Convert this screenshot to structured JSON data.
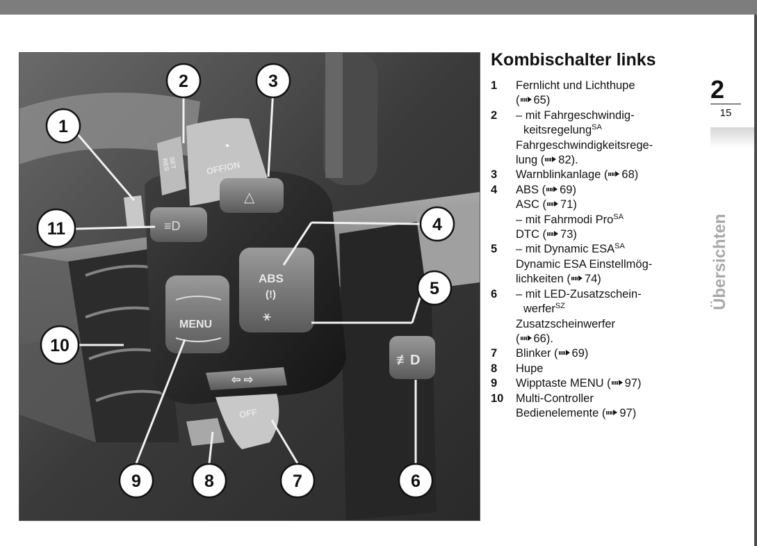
{
  "heading": "Kombischalter links",
  "chapter": {
    "number": "2",
    "page": "15",
    "title": "Übersichten"
  },
  "figure": {
    "callouts": [
      "1",
      "2",
      "3",
      "4",
      "5",
      "6",
      "7",
      "8",
      "9",
      "10",
      "11"
    ],
    "buttons": {
      "set": "SET",
      "res": "RES",
      "cruise": "OFF/ON",
      "abs": "ABS",
      "abs_icon": "(!)",
      "menu": "MENU",
      "indicator": "⇦ ⇨",
      "indicator_off": "OFF",
      "fog": "≢D"
    }
  },
  "legend": [
    {
      "num": "1",
      "lines": [
        {
          "text": "Fernlicht und Lichthupe"
        },
        {
          "ref": "65",
          "suffix": ")",
          "prefix": "("
        }
      ]
    },
    {
      "num": "2",
      "lines": [
        {
          "text": "– mit Fahrgeschwindig-"
        },
        {
          "text": "keitsregelung",
          "sup": "SA",
          "indent": true
        },
        {
          "text": "Fahrgeschwindigkeitsrege-"
        },
        {
          "text": "lung",
          "ref": "82",
          "suffix": ")."
        }
      ]
    },
    {
      "num": "3",
      "lines": [
        {
          "text": "Warnblinkanlage",
          "ref": "68",
          "suffix": ")"
        }
      ]
    },
    {
      "num": "4",
      "lines": [
        {
          "text": "ABS",
          "ref": "69",
          "suffix": ")"
        },
        {
          "text": "ASC",
          "ref": "71",
          "suffix": ")"
        },
        {
          "text": "– mit Fahrmodi Pro",
          "sup": "SA"
        },
        {
          "text": "DTC",
          "ref": "73",
          "suffix": ")"
        }
      ]
    },
    {
      "num": "5",
      "lines": [
        {
          "text": "– mit Dynamic ESA",
          "sup": "SA"
        },
        {
          "text": "Dynamic ESA Einstellmög-"
        },
        {
          "text": "lichkeiten",
          "ref": "74",
          "suffix": ")"
        }
      ]
    },
    {
      "num": "6",
      "lines": [
        {
          "text": "– mit LED-Zusatzschein-"
        },
        {
          "text": "werfer",
          "sup": "SZ",
          "indent": true
        },
        {
          "text": "Zusatzscheinwerfer"
        },
        {
          "ref": "66",
          "prefix": "(",
          "suffix": ")."
        }
      ]
    },
    {
      "num": "7",
      "lines": [
        {
          "text": "Blinker",
          "ref": "69",
          "suffix": ")"
        }
      ]
    },
    {
      "num": "8",
      "lines": [
        {
          "text": "Hupe"
        }
      ]
    },
    {
      "num": "9",
      "lines": [
        {
          "text": "Wipptaste MENU",
          "ref": "97",
          "suffix": ")"
        }
      ]
    },
    {
      "num": "10",
      "lines": [
        {
          "text": "Multi-Controller"
        },
        {
          "text": "Bedienelemente",
          "ref": "97",
          "suffix": ")"
        }
      ]
    }
  ]
}
